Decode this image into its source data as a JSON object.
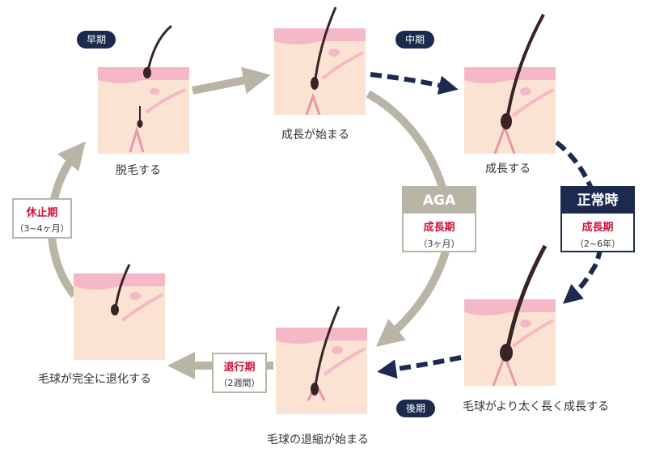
{
  "badges": {
    "early": "早期",
    "middle": "中期",
    "late": "後期"
  },
  "captions": {
    "shedding": "脱毛する",
    "growth_begins": "成長が始まる",
    "grows": "成長する",
    "grows_longer": "毛球がより太く長く成長する",
    "regression_begins": "毛球の退縮が始まる",
    "fully_regressed": "毛球が完全に退化する"
  },
  "aga_box": {
    "title": "AGA",
    "phase": "成長期",
    "duration": "（3ヶ月）"
  },
  "normal_box": {
    "title": "正常時",
    "phase": "成長期",
    "duration": "（2~6年）"
  },
  "rest_label": {
    "phase": "休止期",
    "duration": "（3~4ヶ月）"
  },
  "regression_label": {
    "phase": "退行期",
    "duration": "（2週間）"
  },
  "colors": {
    "navy": "#1c2b4d",
    "gray_arrow": "#b9b5a6",
    "red": "#d0103a",
    "skin": "#fbe3d3",
    "pink": "#f5b8c6",
    "hair": "#3a2324"
  }
}
